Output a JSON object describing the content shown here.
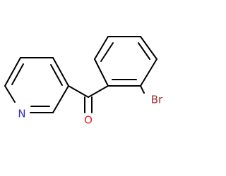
{
  "molecule": {
    "atoms": {
      "nitrogen": {
        "symbol": "N",
        "color": "#2e2ebf"
      },
      "oxygen": {
        "symbol": "O",
        "color": "#e81f1f"
      },
      "bromine": {
        "symbol": "Br",
        "color": "#a6292b"
      }
    },
    "bond_color": "#000000",
    "background": "#ffffff"
  }
}
